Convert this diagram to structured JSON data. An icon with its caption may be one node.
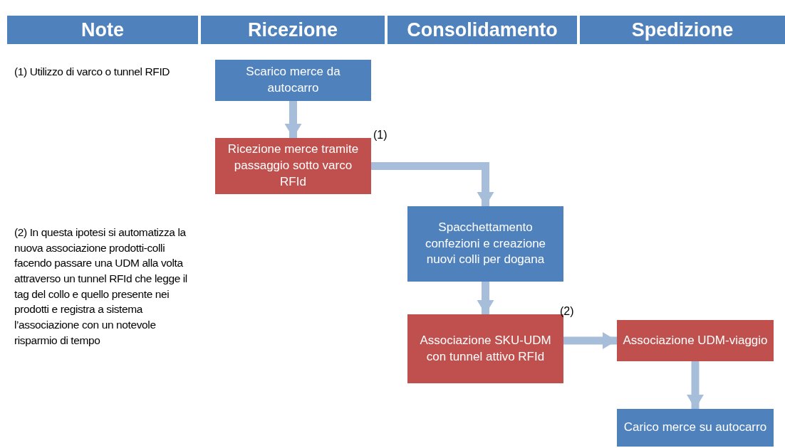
{
  "diagram": {
    "nodes": [
      {
        "text": [
          "Note"
        ]
      },
      {
        "text": [
          "Ricezione"
        ]
      },
      {
        "text": [
          "Consolidamento"
        ]
      },
      {
        "text": [
          "Spedizione"
        ]
      },
      {
        "text": [
          "Scarico merce da autocarro"
        ]
      },
      {
        "text": [
          "Ricezione merce tramite passaggio sotto varco RFId"
        ],
        "beside": [
          "(1)"
        ]
      },
      {
        "text": [
          "Spacchettamento confezioni e creazione nuovi colli per dogana"
        ]
      },
      {
        "text": [
          "Associazione SKU-UDM con tunnel attivo RFId"
        ],
        "beside": [
          "(2)"
        ]
      },
      {
        "text": [
          "Associazione UDM-viaggio"
        ]
      },
      {
        "text": [
          "Carico merce su autocarro"
        ]
      }
    ],
    "edges": [
      {
        "from": 4,
        "to": 5,
        "arrow": "to"
      },
      {
        "from": 5,
        "to": 6,
        "arrow": "to"
      },
      {
        "from": 6,
        "to": 7,
        "arrow": "to"
      },
      {
        "from": 7,
        "to": 8,
        "arrow": "to"
      },
      {
        "from": 8,
        "to": 9,
        "arrow": "to"
      }
    ],
    "labels": [
      "(1) Utilizzo di varco o tunnel RFID",
      "(2) In questa ipotesi si automatizza la nuova associazione prodotti-colli facendo passare una UDM alla volta attraverso un tunnel RFId che legge il tag del collo e quello presente nei prodotti e registra a sistema l’associazione con un notevole risparmio di tempo"
    ]
  }
}
